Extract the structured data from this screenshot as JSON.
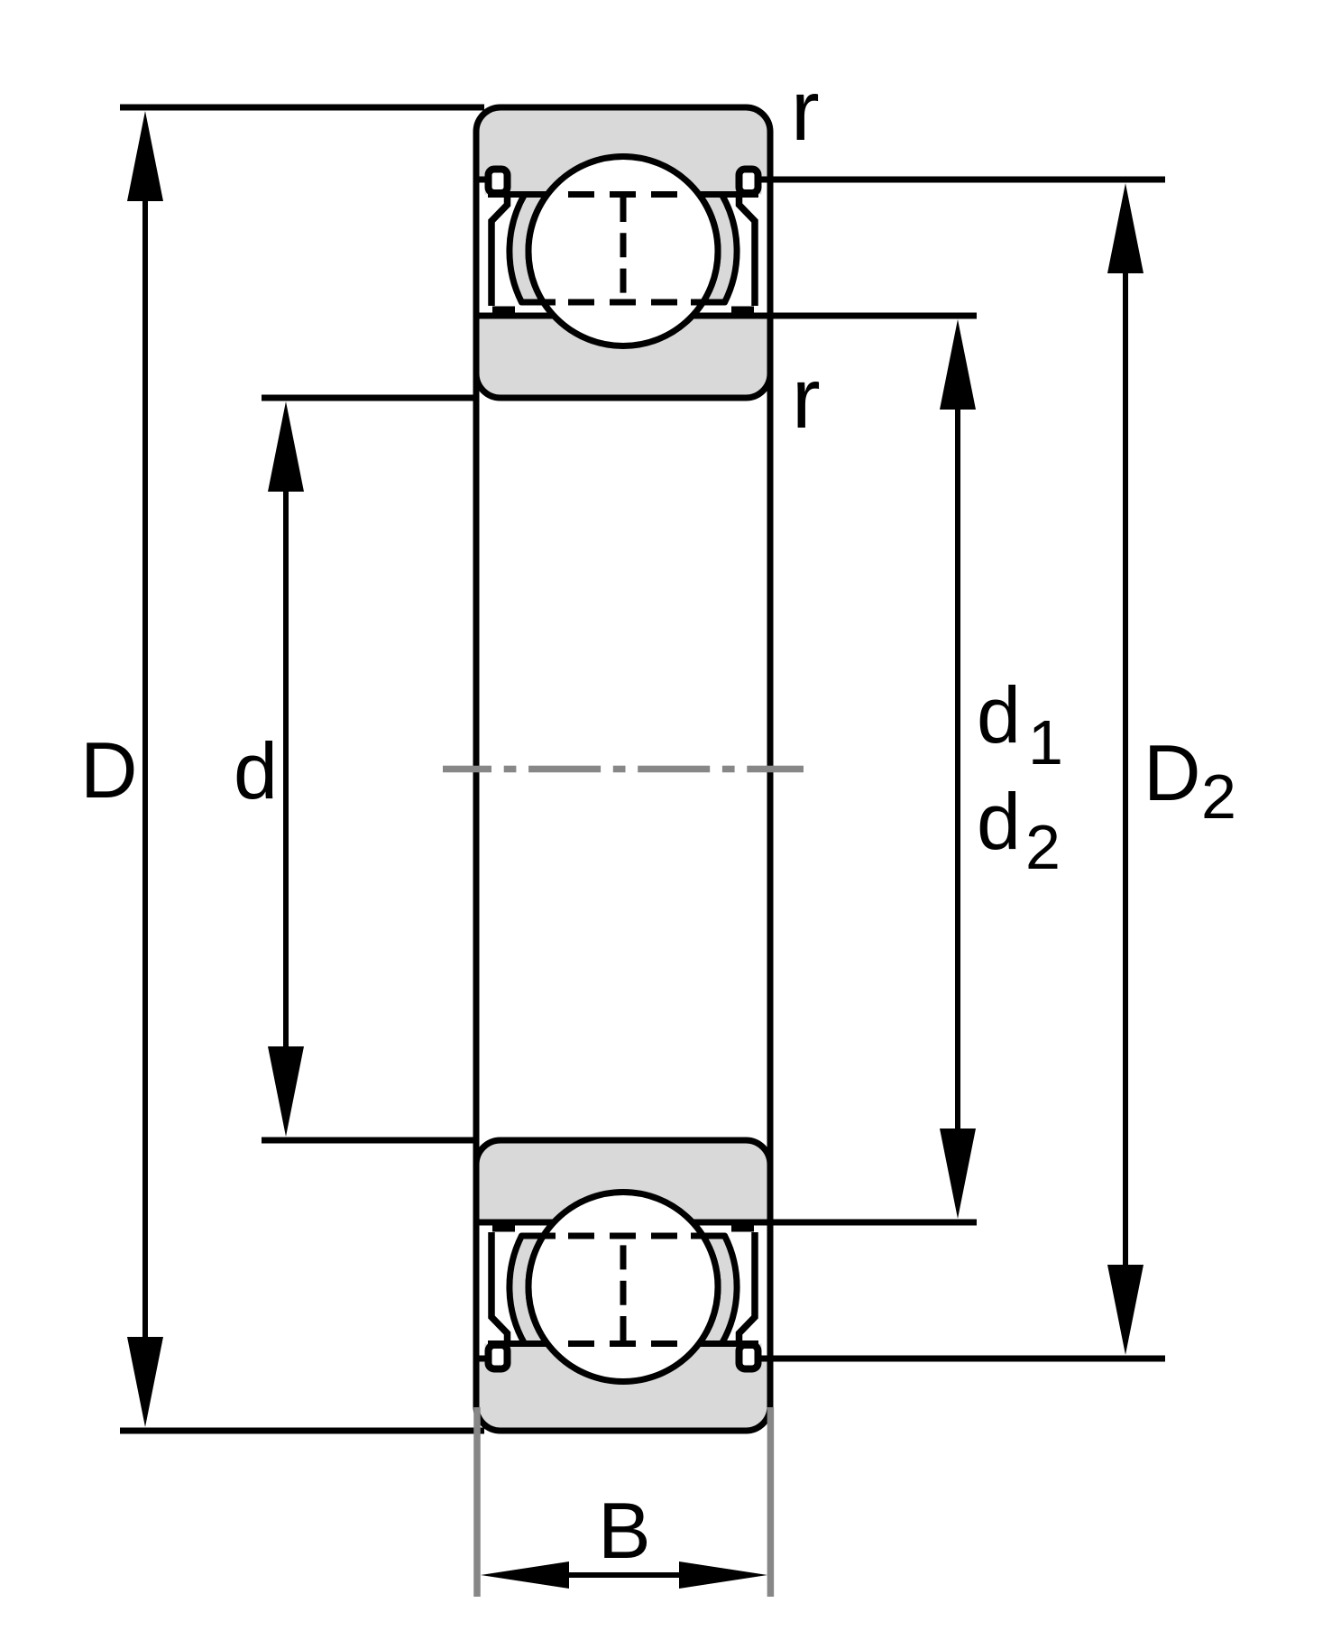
{
  "figure": {
    "kind": "technical-diagram",
    "subject": "Deep groove ball bearing with shields - cross-section dimension drawing"
  },
  "colors": {
    "outline": "#000000",
    "ring_fill": "#d9d9d9",
    "guide_gray": "#878787",
    "background": "#ffffff"
  },
  "dimensions": {
    "outer_diameter": {
      "label": "D"
    },
    "bore_diameter": {
      "label": "d"
    },
    "shoulder_diameter_1": {
      "label": "d",
      "subscript": "1"
    },
    "shoulder_diameter_2": {
      "label": "d",
      "subscript": "2"
    },
    "shield_recess_diameter": {
      "label": "D",
      "subscript": "2"
    },
    "width": {
      "label": "B"
    },
    "chamfer_radius_top": {
      "label": "r"
    },
    "chamfer_radius_inner": {
      "label": "r"
    }
  }
}
